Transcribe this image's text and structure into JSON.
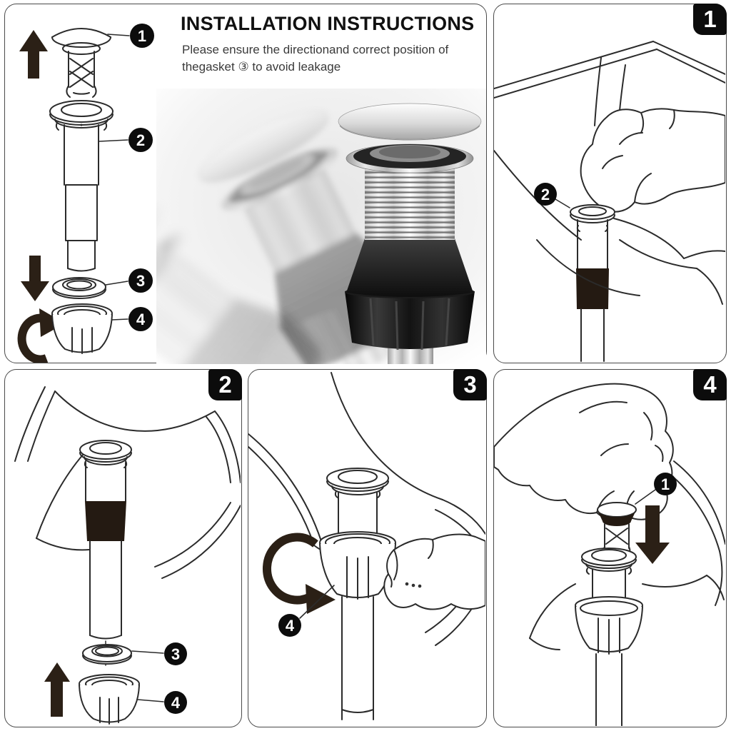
{
  "overview": {
    "title": "INSTALLATION INSTRUCTIONS",
    "subtitle": "Please ensure the directionand correct position of thegasket ③ to avoid leakage",
    "callouts": {
      "cap": "1",
      "body": "2",
      "gasket": "3",
      "nut": "4"
    }
  },
  "steps": [
    {
      "badge": "1",
      "callouts": {
        "body": "2"
      }
    },
    {
      "badge": "2",
      "callouts": {
        "gasket": "3",
        "nut": "4"
      }
    },
    {
      "badge": "3",
      "callouts": {
        "nut": "4"
      }
    },
    {
      "badge": "4",
      "callouts": {
        "cap": "1"
      }
    }
  ],
  "colors": {
    "line": "#2b2b2b",
    "badge_bg": "#0c0c0c",
    "arrow": "#2b2016",
    "rubber_band": "#241a12",
    "panel_border": "#4a4a4a"
  }
}
